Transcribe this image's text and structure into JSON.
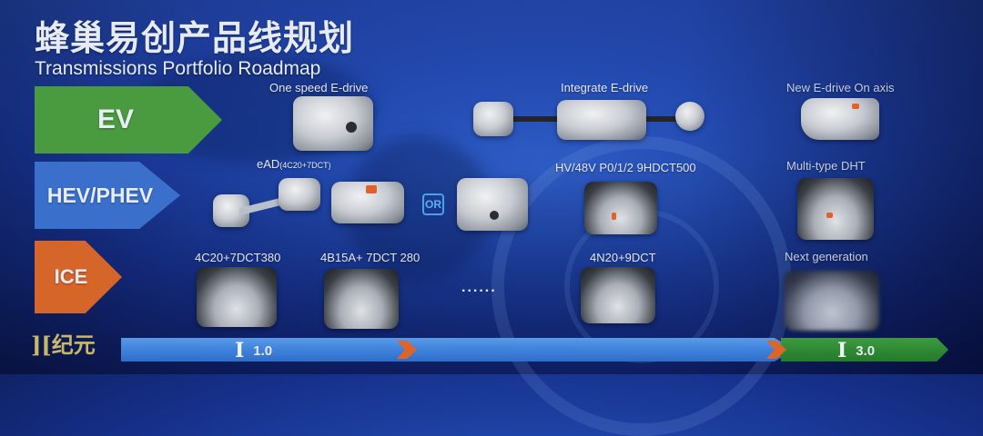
{
  "header": {
    "title_cn": "蜂巢易创产品线规划",
    "title_en": "Transmissions Portfolio Roadmap"
  },
  "categories": [
    {
      "id": "ev",
      "label": "EV",
      "color": "#4a9a3f"
    },
    {
      "id": "hev",
      "label": "HEV/PHEV",
      "color": "#3a6fcc"
    },
    {
      "id": "ice",
      "label": "ICE",
      "color": "#d6652a"
    }
  ],
  "products": {
    "one_speed_edrive": "One speed E-drive",
    "ead": "eAD",
    "ead_sub": "(4C20+7DCT)",
    "integrate_edrive": "Integrate E-drive",
    "hv48v": "HV/48V P0/1/2 9HDCT500",
    "new_edrive_on_axis": "New E-drive On axis",
    "multi_type_dht": "Multi-type DHT",
    "ice_1": "4C20+7DCT380",
    "ice_2": "4B15A+ 7DCT 280",
    "ice_3": "4N20+9DCT",
    "next_generation": "Next generation",
    "or_badge": "OR",
    "ellipsis": "......"
  },
  "timeline": {
    "logo": "][纪元",
    "stages": [
      {
        "marker": "I",
        "label": "1.0",
        "color": "#3f82dc"
      },
      {
        "marker": "I",
        "label": "3.0",
        "color": "#2f8a34"
      }
    ],
    "chevron_color": "#e0642a"
  }
}
